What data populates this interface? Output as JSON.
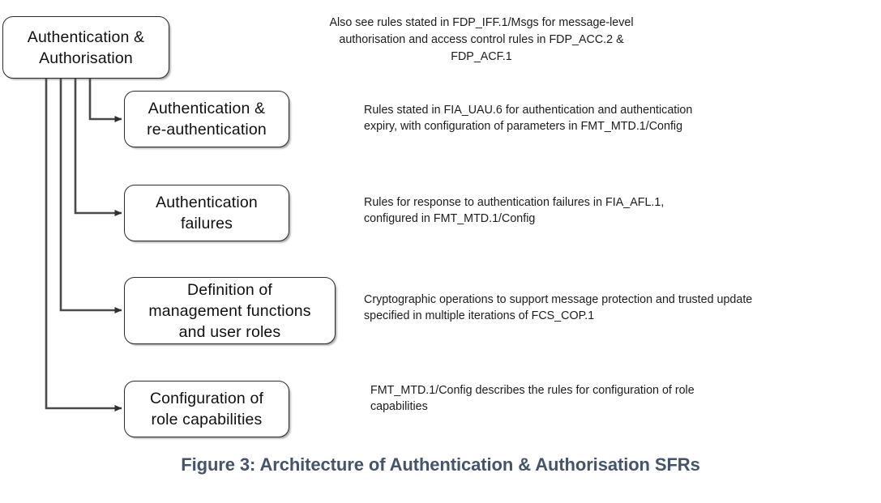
{
  "figure": {
    "caption": "Figure 3: Architecture of Authentication & Authorisation SFRs",
    "caption_color": "#44546a",
    "background_color": "#ffffff",
    "box_border_color": "#2b2b2b",
    "text_color": "#101010",
    "connector_color": "#4a4a4a"
  },
  "root": {
    "label": "Authentication &\nAuthorisation"
  },
  "top_note": {
    "text": "Also see rules stated in FDP_IFF.1/Msgs for message-level\nauthorisation and access control rules in FDP_ACC.2 &\nFDP_ACF.1"
  },
  "children": [
    {
      "label": "Authentication &\nre-authentication",
      "annotation": "Rules stated in FIA_UAU.6 for authentication and authentication\nexpiry, with configuration of parameters in FMT_MTD.1/Config"
    },
    {
      "label": "Authentication\nfailures",
      "annotation": "Rules for response to authentication failures in FIA_AFL.1,\nconfigured in FMT_MTD.1/Config"
    },
    {
      "label": "Definition of\nmanagement functions\nand user roles",
      "annotation": "Cryptographic operations to support message protection and trusted update\nspecified in multiple iterations of FCS_COP.1"
    },
    {
      "label": "Configuration of\nrole capabilities",
      "annotation": "FMT_MTD.1/Config describes the rules for configuration of role\ncapabilities"
    }
  ]
}
